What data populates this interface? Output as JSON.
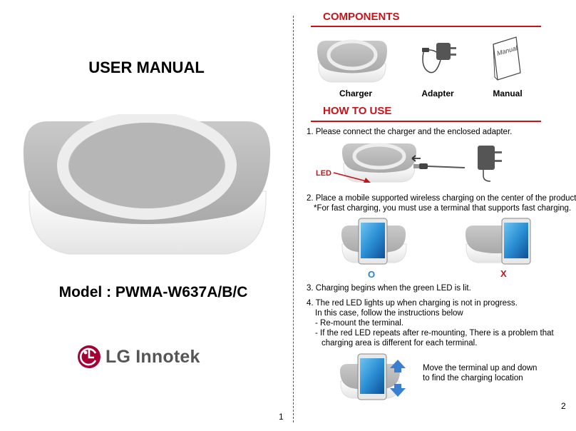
{
  "left_page": {
    "title": "USER MANUAL",
    "model": "Model : PWMA-W637A/B/C",
    "logo": {
      "brand": "LG Innotek",
      "icon": "lg-face-logo-icon",
      "color": "#a50034"
    },
    "page_number": "1"
  },
  "right_page": {
    "components": {
      "heading": "COMPONENTS",
      "items": [
        {
          "label": "Charger",
          "icon": "charger-icon"
        },
        {
          "label": "Adapter",
          "icon": "adapter-icon"
        },
        {
          "label": "Manual",
          "icon": "manual-icon"
        }
      ],
      "manual_cover_text": "Manual"
    },
    "how_to_use": {
      "heading": "HOW TO USE",
      "step1": "1. Please connect the charger and the enclosed adapter.",
      "led_label": "LED",
      "step2": "2. Place a mobile supported wireless charging on the center of the product.",
      "step2_note": "*For fast charging, you must use a terminal that supports fast charging.",
      "correct_mark": "O",
      "wrong_mark": "X",
      "step3": "3. Charging begins when the green LED is lit.",
      "step4_lines": [
        "4. The red LED lights up when charging is not in progress.",
        "In this case, follow the instructions below",
        "- Re-mount the terminal.",
        "- If the red LED repeats after re-mounting, There is a problem that",
        "charging area is different for each terminal."
      ],
      "move_hint_lines": [
        "Move the terminal up and down",
        "to find the charging location"
      ]
    },
    "page_number": "2",
    "accent_color": "#c0161c",
    "divider_color": "#2a4fd6"
  }
}
